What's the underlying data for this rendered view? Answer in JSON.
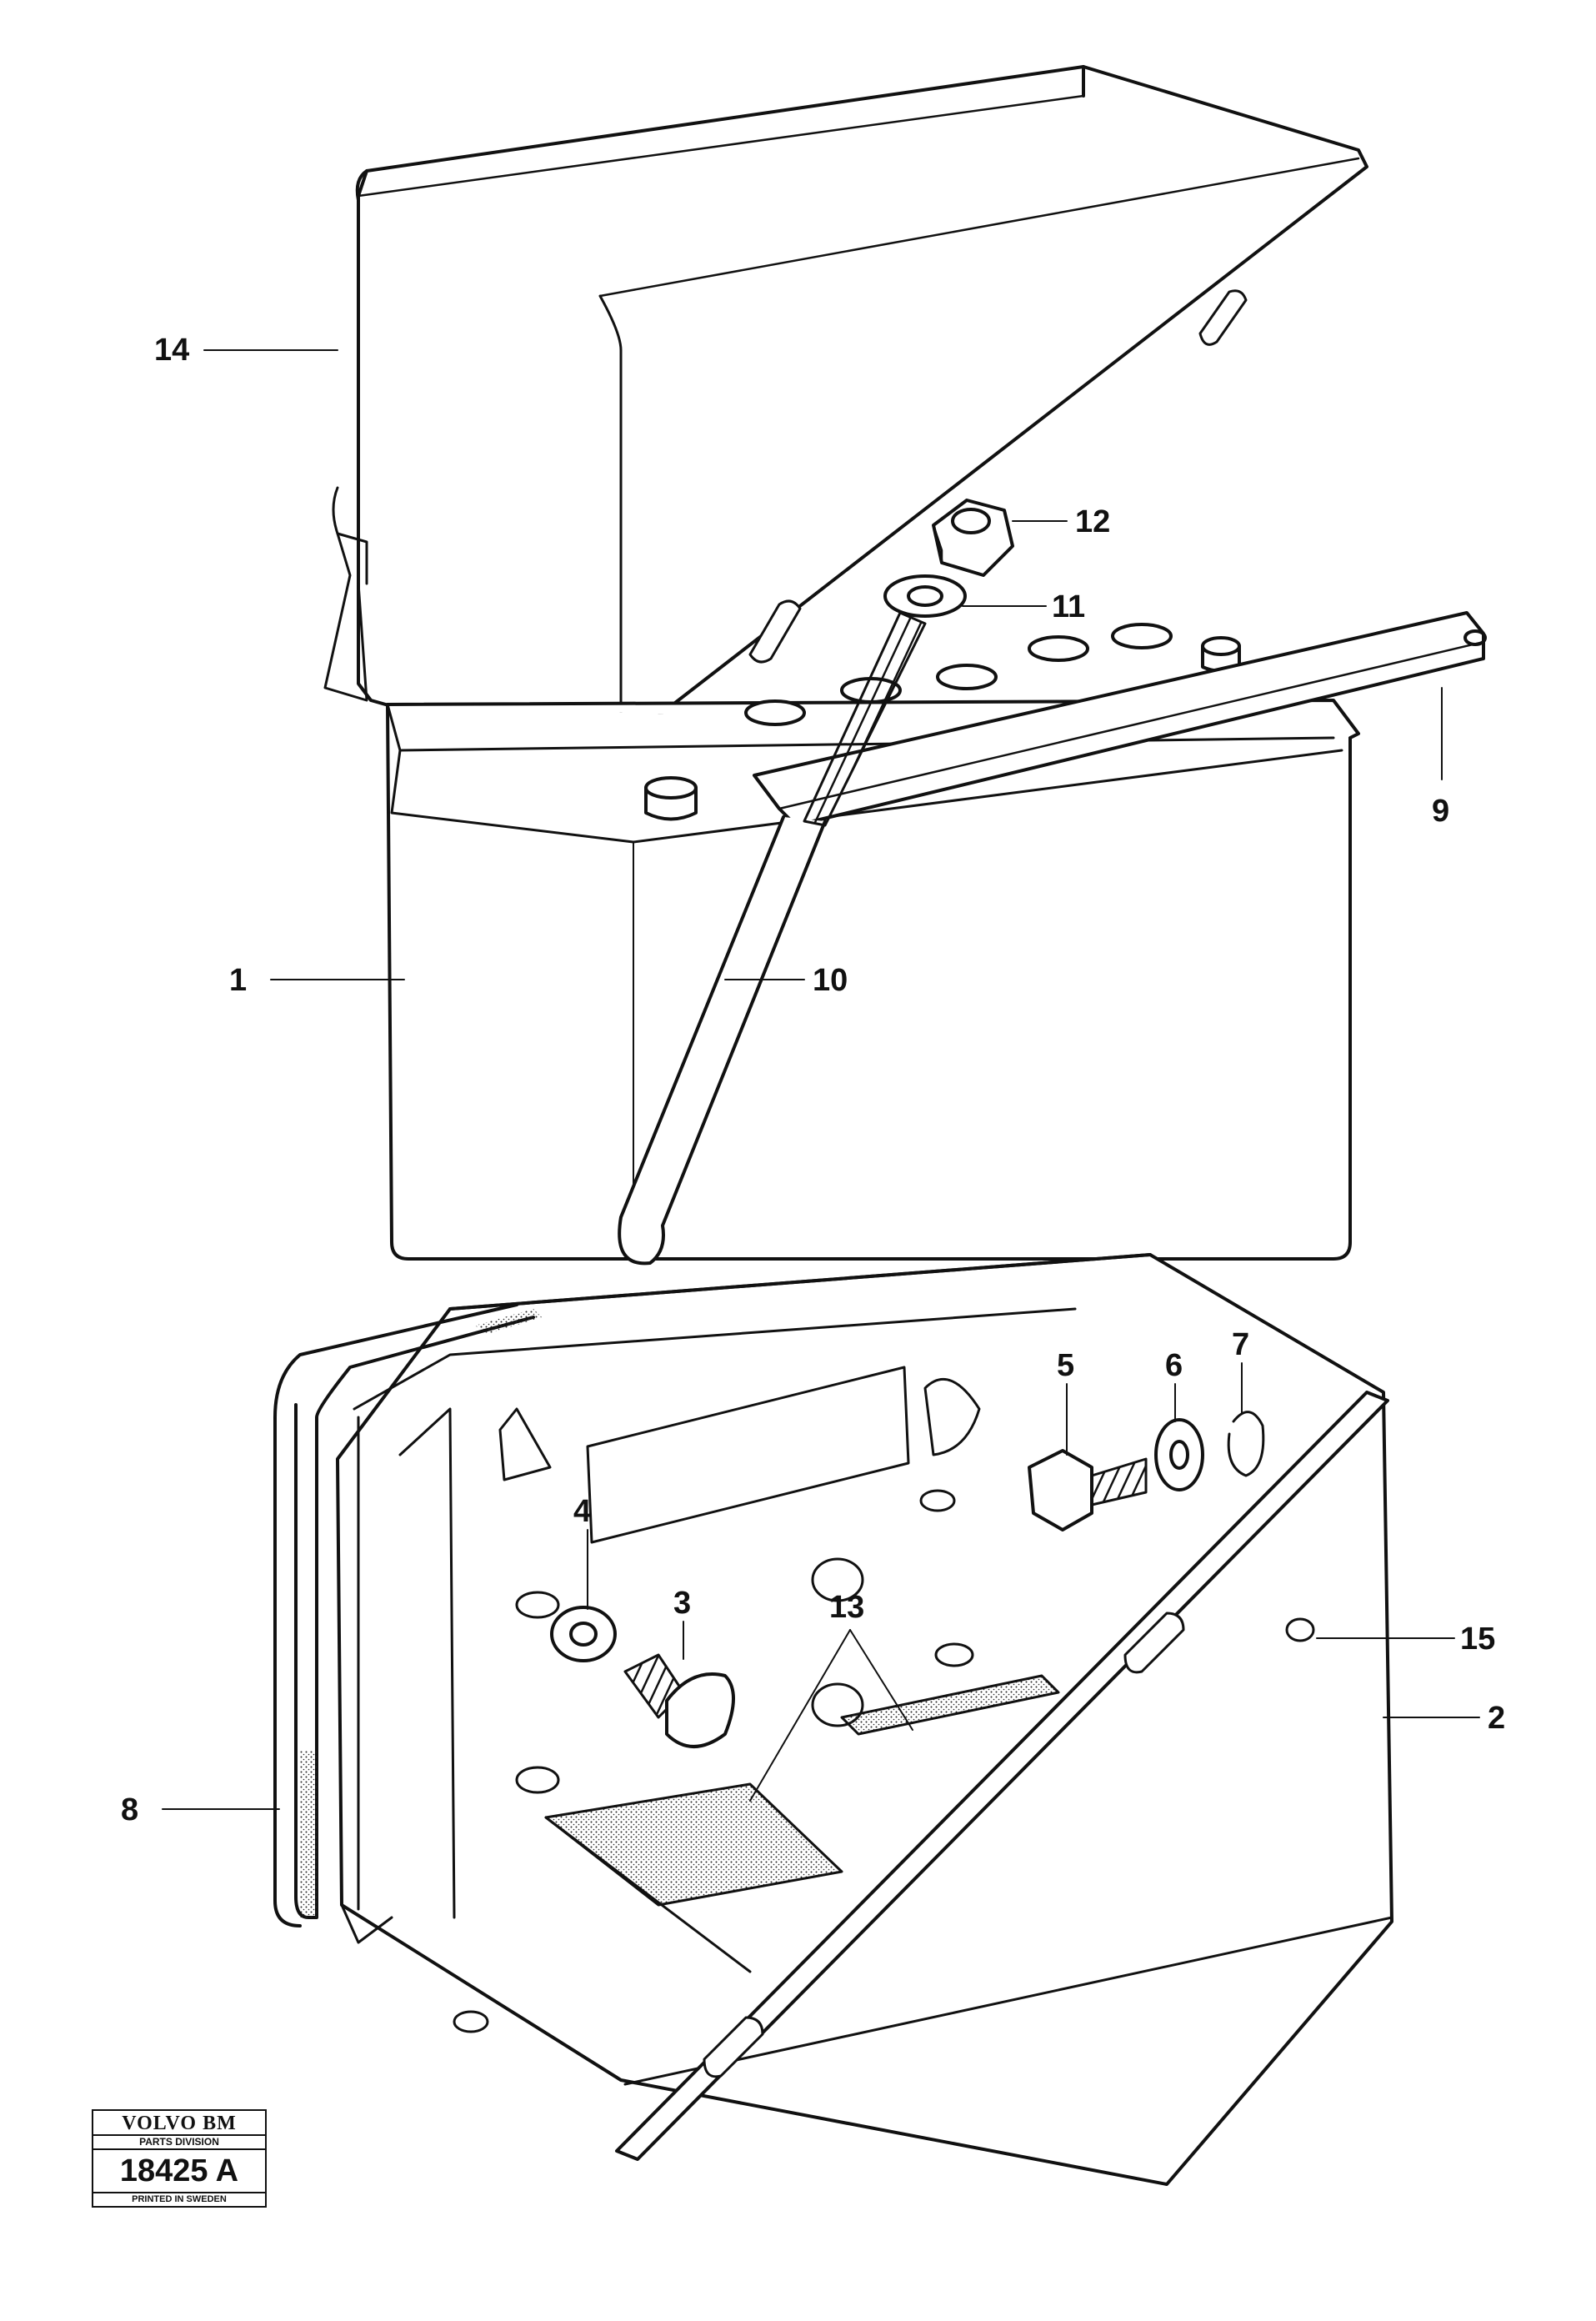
{
  "callouts": [
    {
      "id": "14",
      "label": "14"
    },
    {
      "id": "12",
      "label": "12"
    },
    {
      "id": "11",
      "label": "11"
    },
    {
      "id": "9",
      "label": "9"
    },
    {
      "id": "1",
      "label": "1"
    },
    {
      "id": "10",
      "label": "10"
    },
    {
      "id": "7",
      "label": "7"
    },
    {
      "id": "6",
      "label": "6"
    },
    {
      "id": "5",
      "label": "5"
    },
    {
      "id": "4",
      "label": "4"
    },
    {
      "id": "3",
      "label": "3"
    },
    {
      "id": "13",
      "label": "13"
    },
    {
      "id": "15",
      "label": "15"
    },
    {
      "id": "2",
      "label": "2"
    },
    {
      "id": "8",
      "label": "8"
    }
  ],
  "stamp": {
    "brand": "VOLVO BM",
    "division": "PARTS DIVISION",
    "number": "18425 A",
    "printed": "PRINTED IN SWEDEN"
  }
}
